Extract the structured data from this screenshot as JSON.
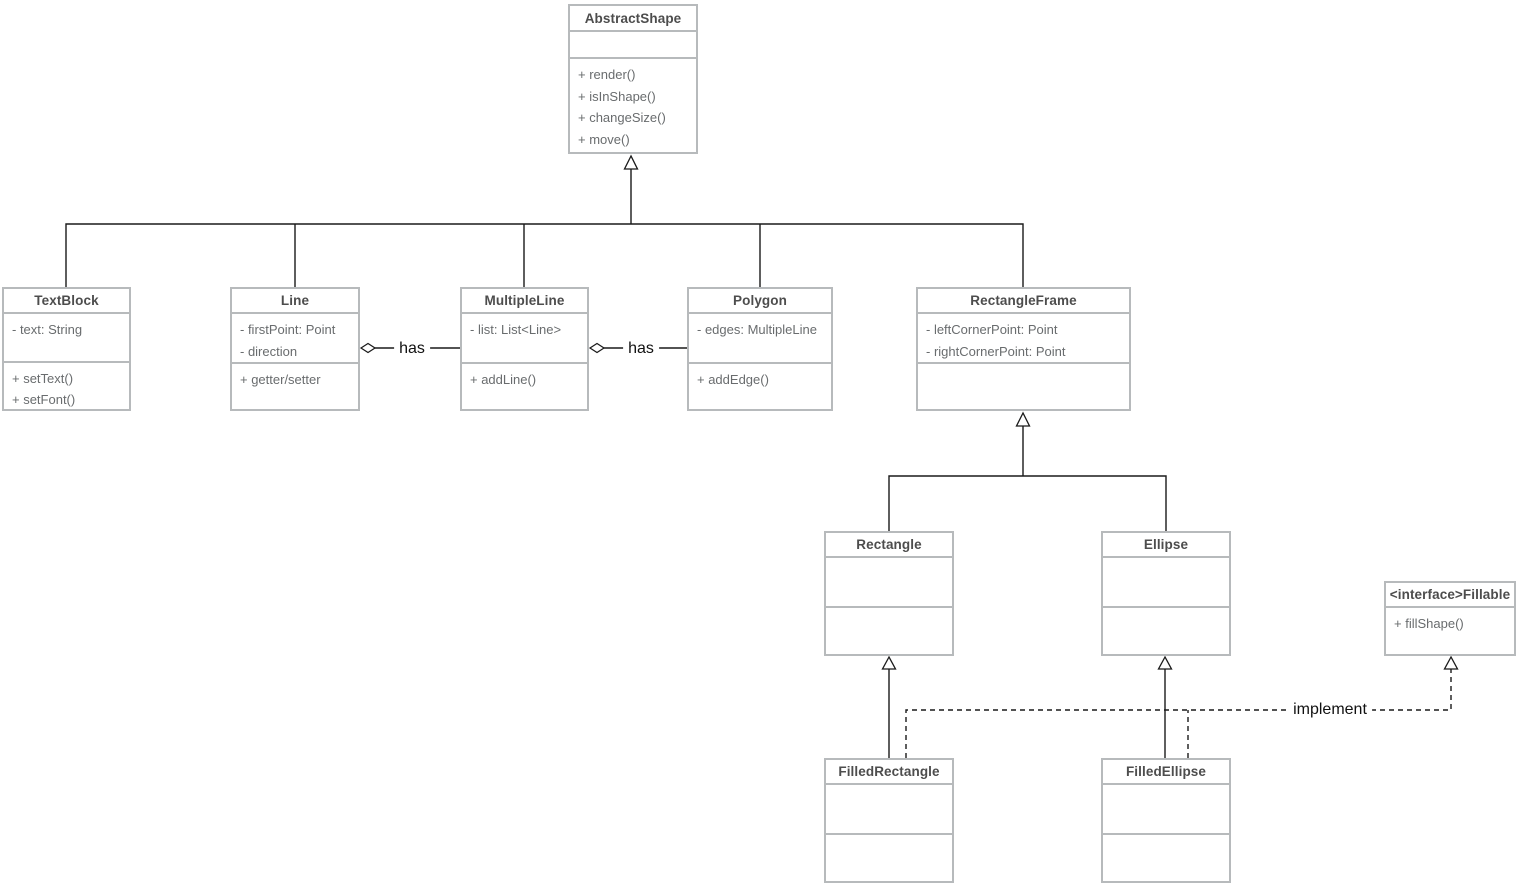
{
  "diagram": {
    "type": "uml-class-diagram",
    "colors": {
      "background": "#ffffff",
      "box_border": "#b7babc",
      "title_text": "#4d4d4d",
      "body_text": "#696c6e",
      "connector": "#1a1a1a",
      "label_text": "#111111"
    },
    "classes": {
      "abstract_shape": {
        "name": "AbstractShape",
        "attributes": [],
        "methods": [
          "+ render()",
          "+ isInShape()",
          "+ changeSize()",
          "+ move()"
        ]
      },
      "text_block": {
        "name": "TextBlock",
        "attributes": [
          "- text: String"
        ],
        "methods": [
          "+ setText()",
          "+ setFont()"
        ]
      },
      "line": {
        "name": "Line",
        "attributes": [
          "- firstPoint: Point",
          "- direction"
        ],
        "methods": [
          "+ getter/setter"
        ]
      },
      "multiple_line": {
        "name": "MultipleLine",
        "attributes": [
          "- list: List<Line>"
        ],
        "methods": [
          "+ addLine()"
        ]
      },
      "polygon": {
        "name": "Polygon",
        "attributes": [
          "- edges: MultipleLine"
        ],
        "methods": [
          "+ addEdge()"
        ]
      },
      "rectangle_frame": {
        "name": "RectangleFrame",
        "attributes": [
          "- leftCornerPoint: Point",
          "- rightCornerPoint: Point"
        ],
        "methods": []
      },
      "rectangle": {
        "name": "Rectangle",
        "attributes": [],
        "methods": []
      },
      "ellipse": {
        "name": "Ellipse",
        "attributes": [],
        "methods": []
      },
      "fillable": {
        "name": "<interface>Fillable",
        "attributes": [],
        "methods": [
          "+ fillShape()"
        ]
      },
      "filled_rectangle": {
        "name": "FilledRectangle",
        "attributes": [],
        "methods": []
      },
      "filled_ellipse": {
        "name": "FilledEllipse",
        "attributes": [],
        "methods": []
      }
    },
    "relationships": [
      {
        "type": "inheritance",
        "from": "TextBlock",
        "to": "AbstractShape",
        "label": ""
      },
      {
        "type": "inheritance",
        "from": "Line",
        "to": "AbstractShape",
        "label": ""
      },
      {
        "type": "inheritance",
        "from": "MultipleLine",
        "to": "AbstractShape",
        "label": ""
      },
      {
        "type": "inheritance",
        "from": "Polygon",
        "to": "AbstractShape",
        "label": ""
      },
      {
        "type": "inheritance",
        "from": "RectangleFrame",
        "to": "AbstractShape",
        "label": ""
      },
      {
        "type": "aggregation",
        "from": "Line",
        "to": "MultipleLine",
        "label": "has"
      },
      {
        "type": "aggregation",
        "from": "MultipleLine",
        "to": "Polygon",
        "label": "has"
      },
      {
        "type": "inheritance",
        "from": "Rectangle",
        "to": "RectangleFrame",
        "label": ""
      },
      {
        "type": "inheritance",
        "from": "Ellipse",
        "to": "RectangleFrame",
        "label": ""
      },
      {
        "type": "inheritance",
        "from": "FilledRectangle",
        "to": "Rectangle",
        "label": ""
      },
      {
        "type": "inheritance",
        "from": "FilledEllipse",
        "to": "Ellipse",
        "label": ""
      },
      {
        "type": "realization",
        "from": "FilledRectangle",
        "to": "Fillable",
        "label": "implement"
      },
      {
        "type": "realization",
        "from": "FilledEllipse",
        "to": "Fillable",
        "label": "implement"
      }
    ]
  }
}
